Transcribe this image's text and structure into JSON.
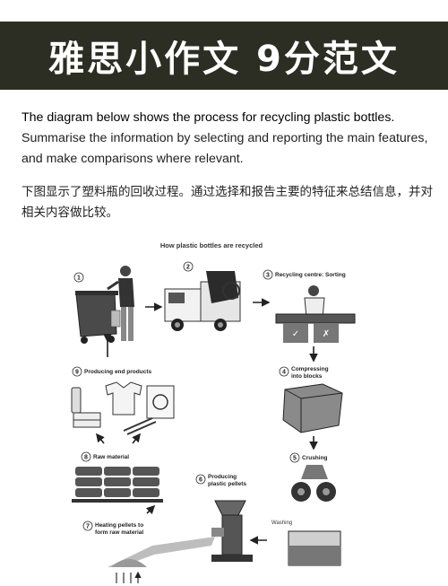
{
  "banner": {
    "title": "雅思小作文 9分范文"
  },
  "prompt": {
    "line1": "The diagram below shows the process for recycling plastic bottles.",
    "line2": "Summarise the information by selecting and reporting the main features, and make comparisons where relevant."
  },
  "prompt_cn": "下图显示了塑料瓶的回收过程。通过选择和报告主要的特征来总结信息，并对相关内容做比较。",
  "diagram": {
    "title": "How plastic bottles are recycled",
    "steps": [
      {
        "num": "1",
        "label": ""
      },
      {
        "num": "2",
        "label": ""
      },
      {
        "num": "3",
        "label": "Recycling centre: Sorting"
      },
      {
        "num": "4",
        "label": "Compressing",
        "label2": "into blocks"
      },
      {
        "num": "5",
        "label": "Crushing"
      },
      {
        "num": "6",
        "label": "Producing",
        "label2": "plastic pellets"
      },
      {
        "num": "7",
        "label": "Heating pellets to",
        "label2": "form raw material"
      },
      {
        "num": "8",
        "label": "Raw material"
      },
      {
        "num": "9",
        "label": "Producing end products"
      }
    ],
    "washing_label": "Washing",
    "check_mark": "✓",
    "cross_mark": "✗"
  }
}
